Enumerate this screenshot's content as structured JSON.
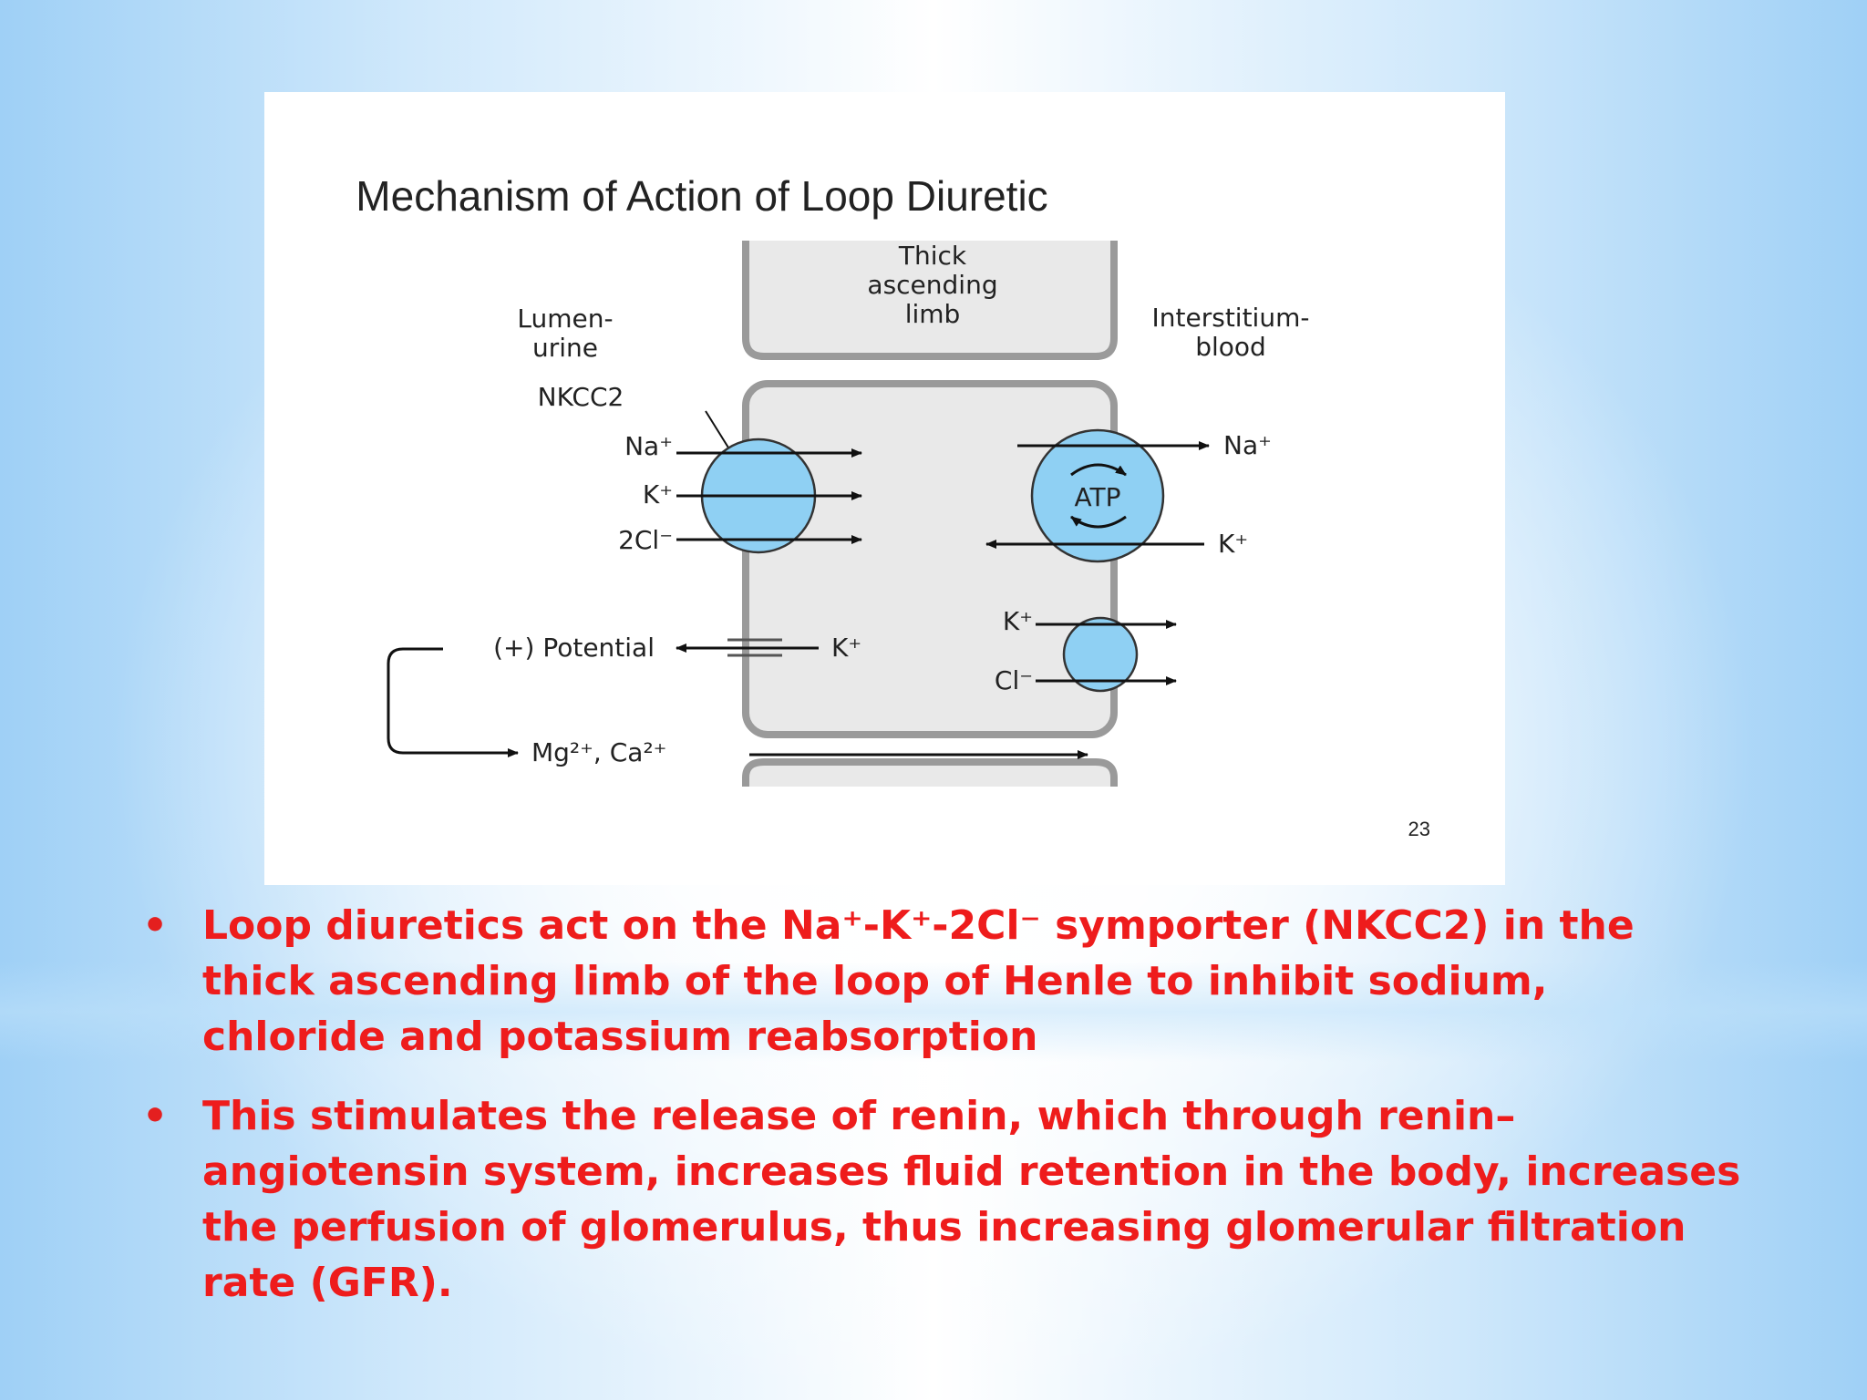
{
  "figure": {
    "title": "Mechanism of Action of Loop Diuretic",
    "segment_label": [
      "Thick",
      "ascending",
      "limb"
    ],
    "lumen_label": [
      "Lumen-",
      "urine"
    ],
    "interstitium_label": [
      "Interstitium-",
      "blood"
    ],
    "transporter_label": "NKCC2",
    "ions": {
      "na": "Na⁺",
      "k": "K⁺",
      "cl2": "2Cl⁻",
      "cl": "Cl⁻",
      "divalent": "Mg²⁺, Ca²⁺"
    },
    "pump_label": "ATP",
    "potential_label": "(+) Potential",
    "page_number": "23"
  },
  "bullets": [
    "Loop diuretics act on the Na⁺-K⁺-2Cl⁻ symporter (NKCC2) in the thick ascending limb of the loop of Henle to inhibit sodium, chloride and potassium reabsorption",
    "This stimulates the release of renin, which through renin–angiotensin system, increases fluid retention in the body, increases the perfusion of glomerulus, thus increasing glomerular filtration rate (GFR)."
  ],
  "colors": {
    "text_red": "#ee1c1c",
    "channel_blue": "#8fd0f3",
    "cell_fill": "#e9e9e9",
    "cell_border": "#9a9a9a"
  }
}
